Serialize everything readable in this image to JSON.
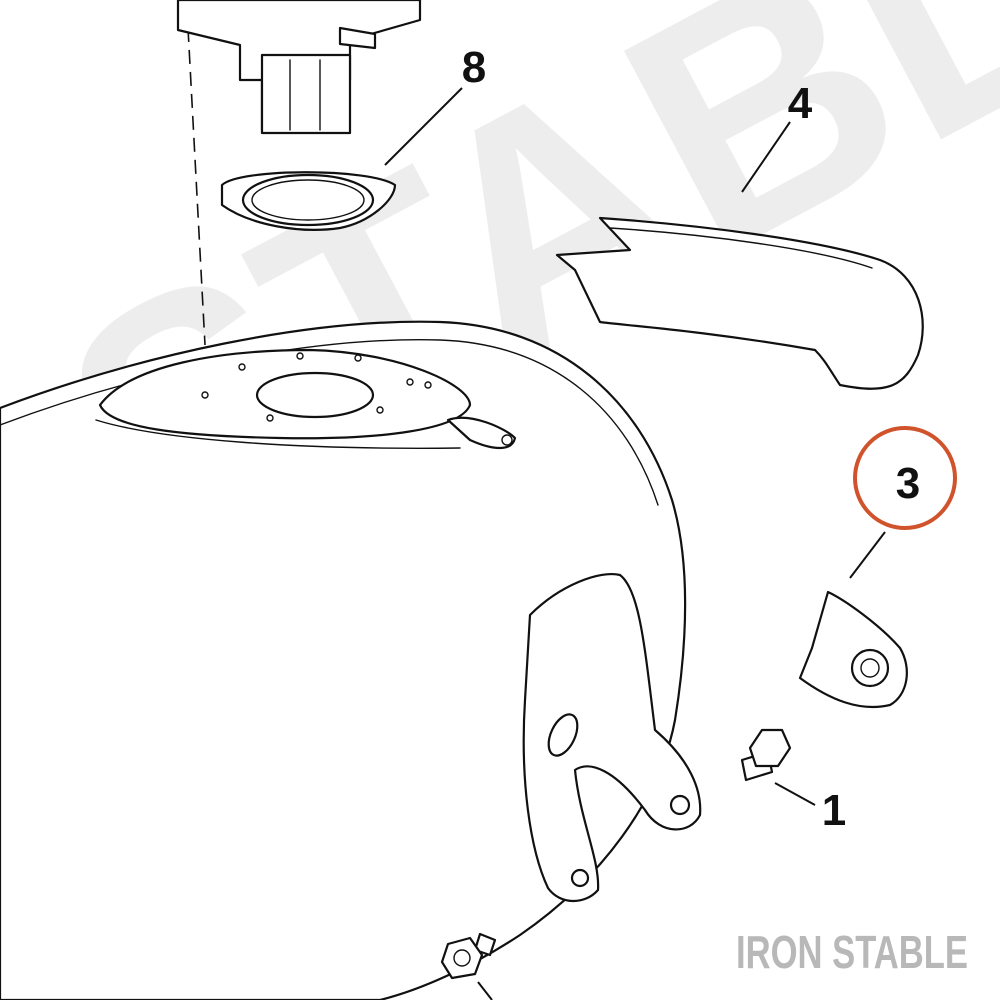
{
  "watermark": {
    "big": "STABLE",
    "brand": "IRON STABLE"
  },
  "callouts": [
    {
      "id": "8",
      "label": "8"
    },
    {
      "id": "4",
      "label": "4"
    },
    {
      "id": "3",
      "label": "3"
    },
    {
      "id": "1",
      "label": "1"
    }
  ],
  "highlight": {
    "callout": "3",
    "color": "#d0532b"
  },
  "colors": {
    "line": "#111111",
    "brand_text": "#b8b8b8",
    "watermark": "#ececec"
  }
}
